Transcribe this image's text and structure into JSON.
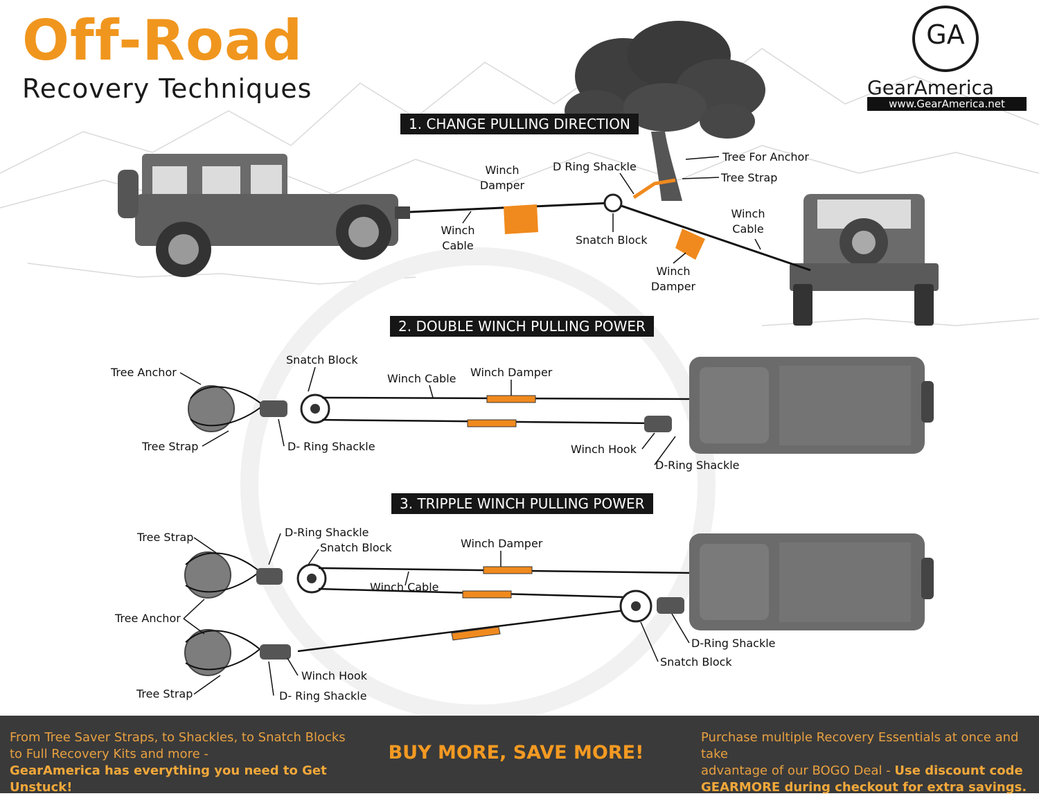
{
  "header": {
    "title": "Off-Road",
    "subtitle": "Recovery Techniques",
    "brand_mark": "GA",
    "brand_name": "GearAmerica",
    "brand_url": "www.GearAmerica.net"
  },
  "sections": [
    {
      "banner": "1. CHANGE PULLING DIRECTION",
      "labels": {
        "winch_damper_1": "Winch\nDamper",
        "d_ring_shackle": "D Ring Shackle",
        "tree_for_anchor": "Tree For Anchor",
        "tree_strap": "Tree Strap",
        "winch_cable_1": "Winch\nCable",
        "snatch_block": "Snatch Block",
        "winch_cable_2": "Winch\nCable",
        "winch_damper_2": "Winch\nDamper"
      }
    },
    {
      "banner": "2. DOUBLE WINCH PULLING POWER",
      "labels": {
        "tree_anchor": "Tree Anchor",
        "snatch_block": "Snatch Block",
        "winch_cable": "Winch Cable",
        "winch_damper": "Winch Damper",
        "tree_strap": "Tree Strap",
        "d_ring_shackle_left": "D- Ring Shackle",
        "winch_hook": "Winch Hook",
        "d_ring_shackle_right": "D-Ring Shackle"
      }
    },
    {
      "banner": "3. TRIPPLE WINCH PULLING POWER",
      "labels": {
        "tree_strap_top": "Tree Strap",
        "d_ring_shackle_top": "D-Ring Shackle",
        "snatch_block_top": "Snatch Block",
        "winch_damper": "Winch Damper",
        "winch_cable": "Winch Cable",
        "tree_anchor": "Tree Anchor",
        "winch_hook": "Winch Hook",
        "tree_strap_bottom": "Tree Strap",
        "d_ring_shackle_bottom": "D- Ring Shackle",
        "d_ring_shackle_right": "D-Ring Shackle",
        "snatch_block_right": "Snatch Block"
      }
    }
  ],
  "footer": {
    "left_line1": "From Tree Saver Straps, to Shackles, to Snatch Blocks",
    "left_line2": "to Full Recovery Kits and more -",
    "left_line3": "GearAmerica has everything you need to Get Unstuck!",
    "center": "BUY MORE, SAVE MORE!",
    "right_line1": "Purchase multiple Recovery Essentials at once and take",
    "right_line2_a": "advantage of our BOGO Deal - ",
    "right_line2_b": "Use discount code",
    "right_line3": "GEARMORE during checkout for extra savings."
  },
  "colors": {
    "accent_orange": "#f0961e",
    "banner_bg": "#161616",
    "footer_bg": "#3a3a3a",
    "vehicle_gray": "#6b6b6b",
    "damper_orange": "#f08a1e"
  }
}
